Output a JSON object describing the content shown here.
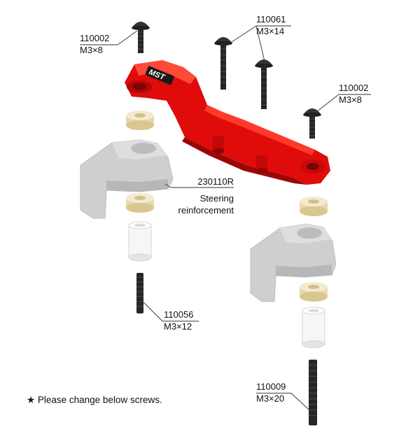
{
  "callouts": {
    "c1": {
      "part_no": "110002",
      "spec": "M3×8"
    },
    "c2": {
      "part_no": "110061",
      "spec": "M3×14"
    },
    "c3": {
      "part_no": "110002",
      "spec": "M3×8"
    },
    "c4": {
      "part_no": "230110R",
      "name_line1": "Steering",
      "name_line2": "reinforcement"
    },
    "c5": {
      "part_no": "110056",
      "spec": "M3×12"
    },
    "c6": {
      "part_no": "110009",
      "spec": "M3×20"
    }
  },
  "note": "★ Please change below screws.",
  "logo_text": "MST",
  "colors": {
    "arm_red": "#e00b0b",
    "arm_dark_red": "#9e0606",
    "knuckle_grey": "#c9c9c9",
    "washer_cream": "#f1e6c2",
    "sleeve_white": "#f4f4f4",
    "screw_black": "#222222"
  }
}
